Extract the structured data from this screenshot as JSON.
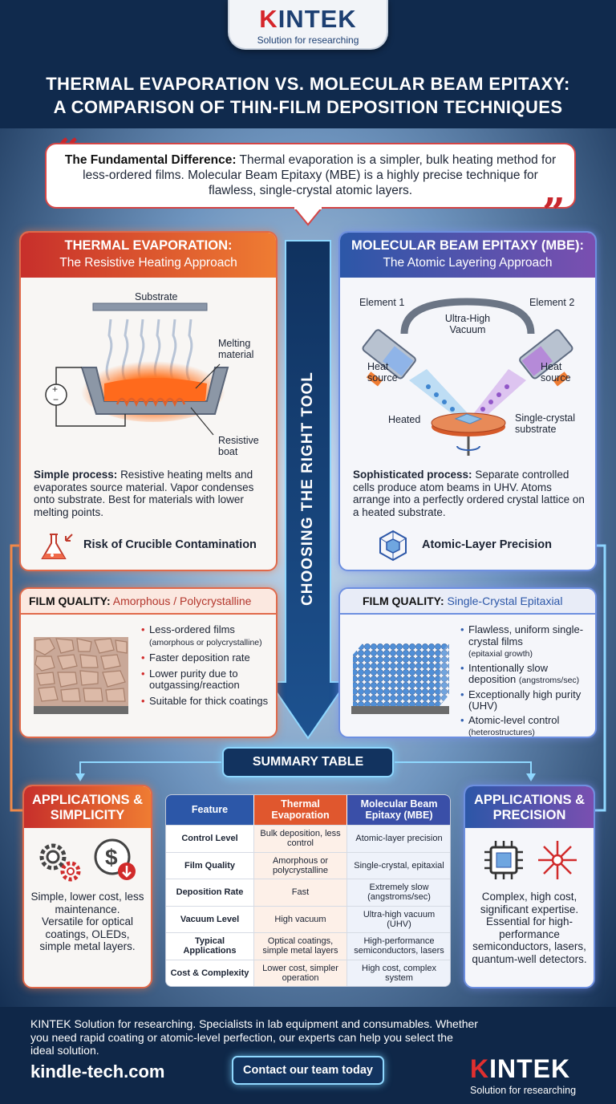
{
  "brand": {
    "name": "KINTEK",
    "tagline": "Solution for researching"
  },
  "title": {
    "line1": "THERMAL EVAPORATION VS. MOLECULAR BEAM EPITAXY:",
    "line2": "A COMPARISON OF THIN-FILM DEPOSITION TECHNIQUES"
  },
  "quote": {
    "lead": "The Fundamental Difference:",
    "rest": "Thermal evaporation is a simpler, bulk heating method for less-ordered films. Molecular Beam Epitaxy (MBE) is a highly precise technique for flawless, single-crystal atomic layers."
  },
  "center_label": "CHOOSING THE RIGHT TOOL",
  "thermal": {
    "title": "THERMAL EVAPORATION:",
    "subtitle": "The Resistive Heating Approach",
    "diagram": {
      "substrate": "Substrate",
      "melting": "Melting material",
      "boat": "Resistive boat",
      "plus": "+",
      "minus": "−"
    },
    "process_lead": "Simple process:",
    "process_text": "Resistive heating melts and evaporates source material. Vapor condenses onto substrate. Best for materials with lower melting points.",
    "risk": "Risk of Crucible Contamination"
  },
  "mbe": {
    "title": "MOLECULAR BEAM EPITAXY (MBE):",
    "subtitle": "The Atomic Layering Approach",
    "diagram": {
      "el1": "Element 1",
      "el2": "Element 2",
      "uhv": "Ultra-High Vacuum",
      "heat1": "Heat source",
      "heat2": "Heat source",
      "heated": "Heated",
      "substrate": "Single-crystal substrate"
    },
    "process_lead": "Sophisticated process:",
    "process_text": "Separate controlled cells produce atom beams in UHV. Atoms arrange into a perfectly ordered crystal lattice on a heated substrate.",
    "precision": "Atomic-Layer Precision"
  },
  "film_thermal": {
    "lead": "FILM QUALITY:",
    "type": "Amorphous / Polycrystalline",
    "bullets": [
      {
        "main": "Less-ordered films",
        "sub": "(amorphous or polycrystalline)"
      },
      {
        "main": "Faster deposition rate",
        "sub": ""
      },
      {
        "main": "Lower purity due to outgassing/reaction",
        "sub": ""
      },
      {
        "main": "Suitable for thick coatings",
        "sub": ""
      }
    ]
  },
  "film_mbe": {
    "lead": "FILM QUALITY:",
    "type": "Single-Crystal Epitaxial",
    "bullets": [
      {
        "main": "Flawless, uniform single-crystal films",
        "sub": "(epitaxial growth)"
      },
      {
        "main": "Intentionally slow deposition",
        "sub": "(angstroms/sec)"
      },
      {
        "main": "Exceptionally high purity (UHV)",
        "sub": ""
      },
      {
        "main": "Atomic-level control",
        "sub": "(heterostructures)"
      }
    ]
  },
  "summary_label": "SUMMARY TABLE",
  "app_left": {
    "title1": "APPLICATIONS &",
    "title2": "SIMPLICITY",
    "text1": "Simple, lower cost, less maintenance.",
    "text2": "Versatile for optical coatings, OLEDs, simple metal layers."
  },
  "app_right": {
    "title1": "APPLICATIONS &",
    "title2": "PRECISION",
    "text1": "Complex, high cost, significant expertise.",
    "text2": "Essential for high-performance semiconductors, lasers, quantum-well detectors."
  },
  "table": {
    "headers": [
      "Feature",
      "Thermal Evaporation",
      "Molecular Beam Epitaxy (MBE)"
    ],
    "rows": [
      [
        "Control Level",
        "Bulk deposition, less control",
        "Atomic-layer precision"
      ],
      [
        "Film Quality",
        "Amorphous or polycrystalline",
        "Single-crystal, epitaxial"
      ],
      [
        "Deposition Rate",
        "Fast",
        "Extremely slow (angstroms/sec)"
      ],
      [
        "Vacuum Level",
        "High vacuum",
        "Ultra-high vacuum (UHV)"
      ],
      [
        "Typical Applications",
        "Optical coatings, simple metal layers",
        "High-performance semiconductors, lasers"
      ],
      [
        "Cost & Complexity",
        "Lower cost, simpler operation",
        "High cost, complex system"
      ]
    ]
  },
  "footer": {
    "text": "KINTEK Solution for researching. Specialists in lab equipment and consumables. Whether you need rapid coating or atomic-level perfection, our experts can help you select the ideal solution.",
    "site": "kindle-tech.com",
    "cta": "Contact our team today"
  },
  "icons": [
    "flask-icon",
    "cube-icon",
    "gears-icon",
    "dollar-down-icon",
    "chip-icon",
    "laser-icon"
  ],
  "colors": {
    "navy": "#0f2748",
    "red": "#d12b2b",
    "orange": "#ef7c32",
    "blue": "#2c57a8",
    "purple": "#7a4fb0",
    "glow": "#8fd8ff"
  }
}
